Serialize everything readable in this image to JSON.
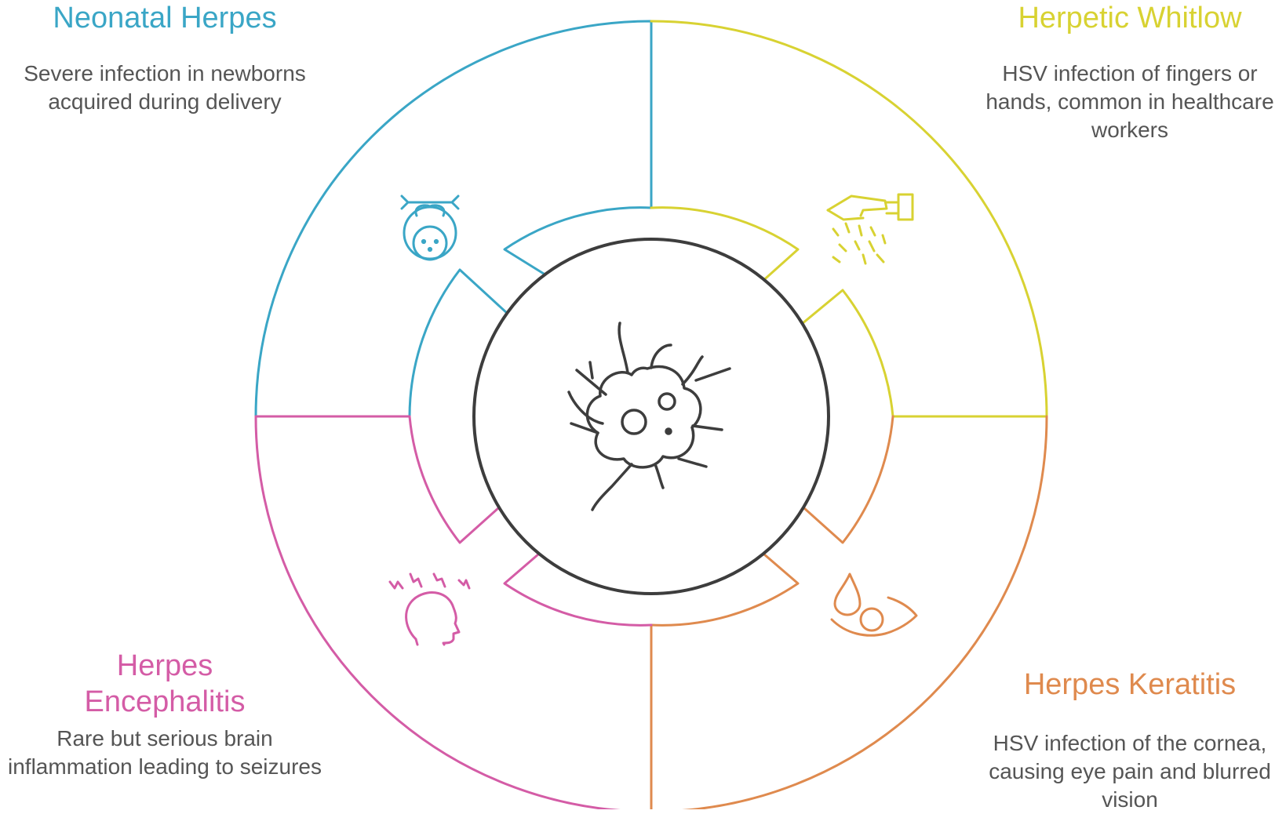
{
  "sections": [
    {
      "id": "neonatal",
      "title": "Neonatal Herpes",
      "description": "Severe infection in newborns acquired during delivery",
      "color": "#3aa6c6",
      "icon": "baby-icon"
    },
    {
      "id": "whitlow",
      "title": "Herpetic Whitlow",
      "description": "HSV infection of fingers or hands, common in healthcare workers",
      "color": "#d8d232",
      "icon": "hand-sanitizer-icon"
    },
    {
      "id": "encephalitis",
      "title": "Herpes Encephalitis",
      "description": "Rare but serious brain inflammation leading to seizures",
      "color": "#d45ca6",
      "icon": "head-pain-icon"
    },
    {
      "id": "keratitis",
      "title": "Herpes Keratitis",
      "description": "HSV infection of the cornea, causing eye pain and blurred vision",
      "color": "#df8a4e",
      "icon": "eye-drop-icon"
    }
  ],
  "center": {
    "icon": "virus-icon",
    "color": "#3d3d3d"
  }
}
